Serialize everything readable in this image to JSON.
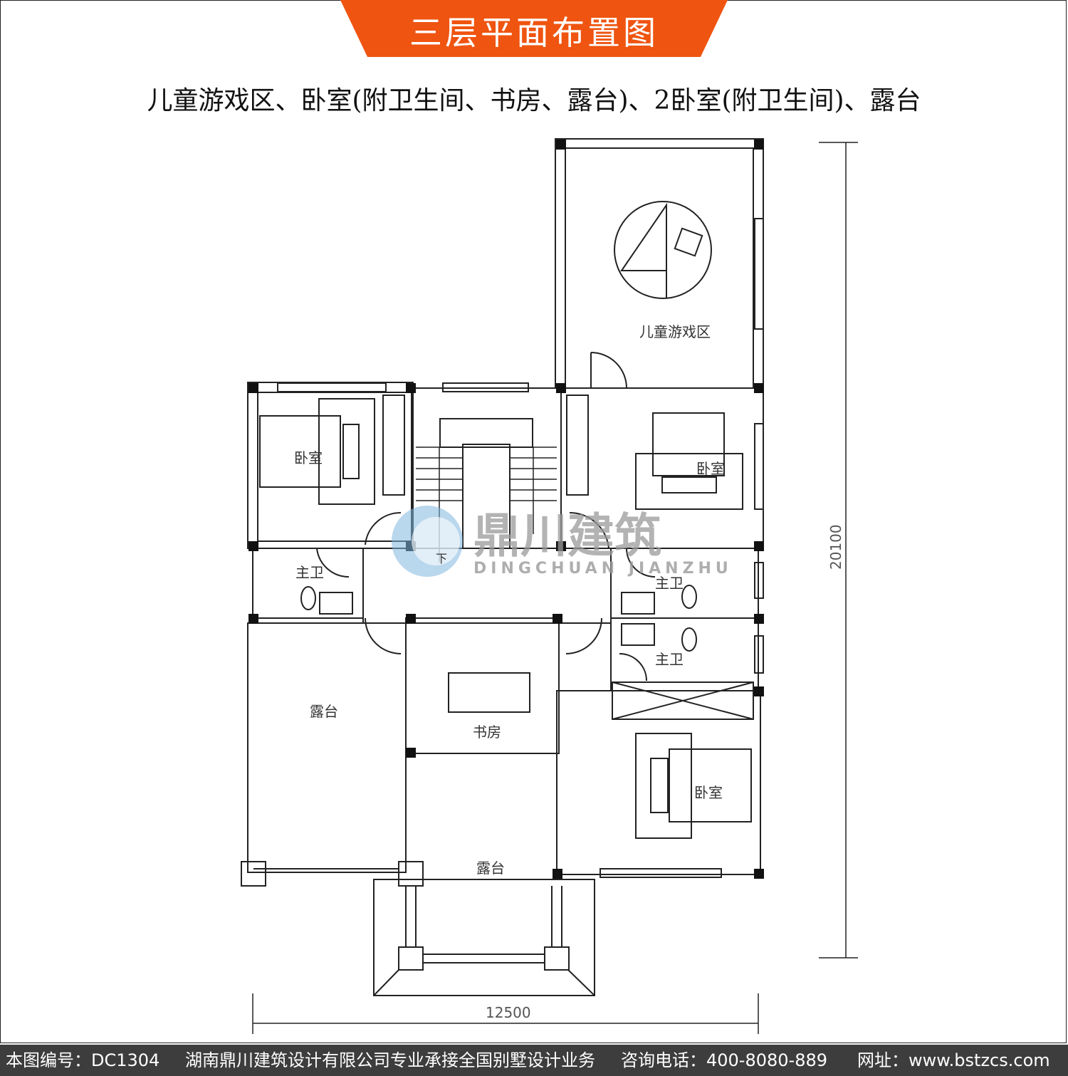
{
  "header": {
    "title": "三层平面布置图",
    "subtitle": "儿童游戏区、卧室(附卫生间、书房、露台)、2卧室(附卫生间)、露台",
    "banner_color": "#EF5410"
  },
  "plan": {
    "rooms": {
      "kids_area": "儿童游戏区",
      "bedroom_left": "卧室",
      "bedroom_right": "卧室",
      "bedroom_bottom": "卧室",
      "bath_left": "主卫",
      "bath_right_upper": "主卫",
      "bath_right_lower": "主卫",
      "terrace_left": "露台",
      "study": "书房",
      "terrace_bottom": "露台"
    },
    "stair_down": "下",
    "dimensions": {
      "height": "20100",
      "width": "12500"
    }
  },
  "watermark": {
    "name_cn": "鼎川建筑",
    "name_en": "DINGCHUAN JIANZHU"
  },
  "footer": {
    "drawing_no": "本图编号：DC1304",
    "company": "湖南鼎川建筑设计有限公司专业承接全国别墅设计业务",
    "phone": "咨询电话：400-8080-889",
    "website": "网址：www.bstzcs.com"
  }
}
